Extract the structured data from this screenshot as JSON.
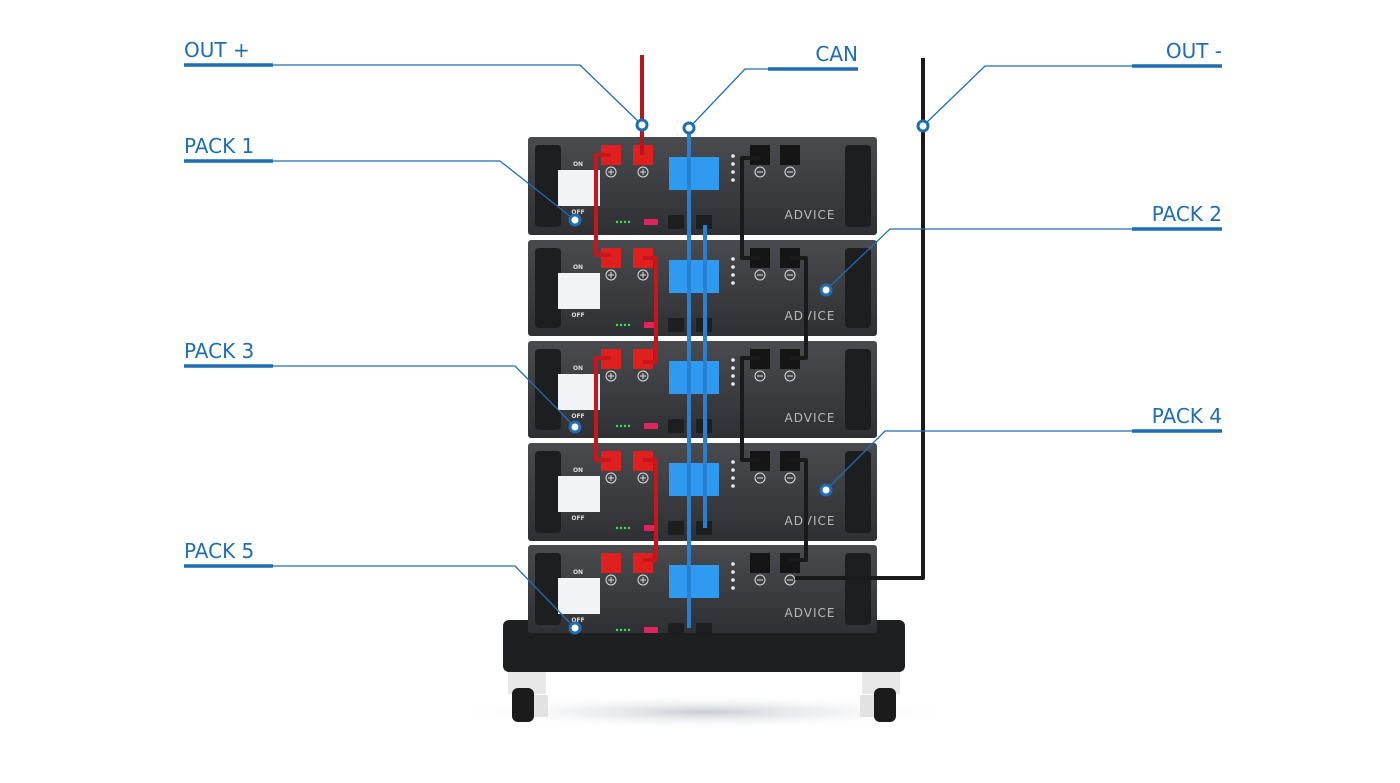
{
  "labels": {
    "out_plus": "OUT +",
    "can": "CAN",
    "out_minus": "OUT -",
    "pack1": "PACK 1",
    "pack2": "PACK 2",
    "pack3": "PACK 3",
    "pack4": "PACK 4",
    "pack5": "PACK 5"
  },
  "module": {
    "on": "ON",
    "off": "OFF",
    "brand": "ADVICE"
  },
  "modules_count": 5,
  "colors": {
    "accent": "#1f6db3",
    "positive_cable": "#c8161d",
    "negative_cable": "#1a1a1a",
    "can_cable": "#2a7fd0",
    "module": "#3a3b3e",
    "display": "#2e9bf0"
  }
}
